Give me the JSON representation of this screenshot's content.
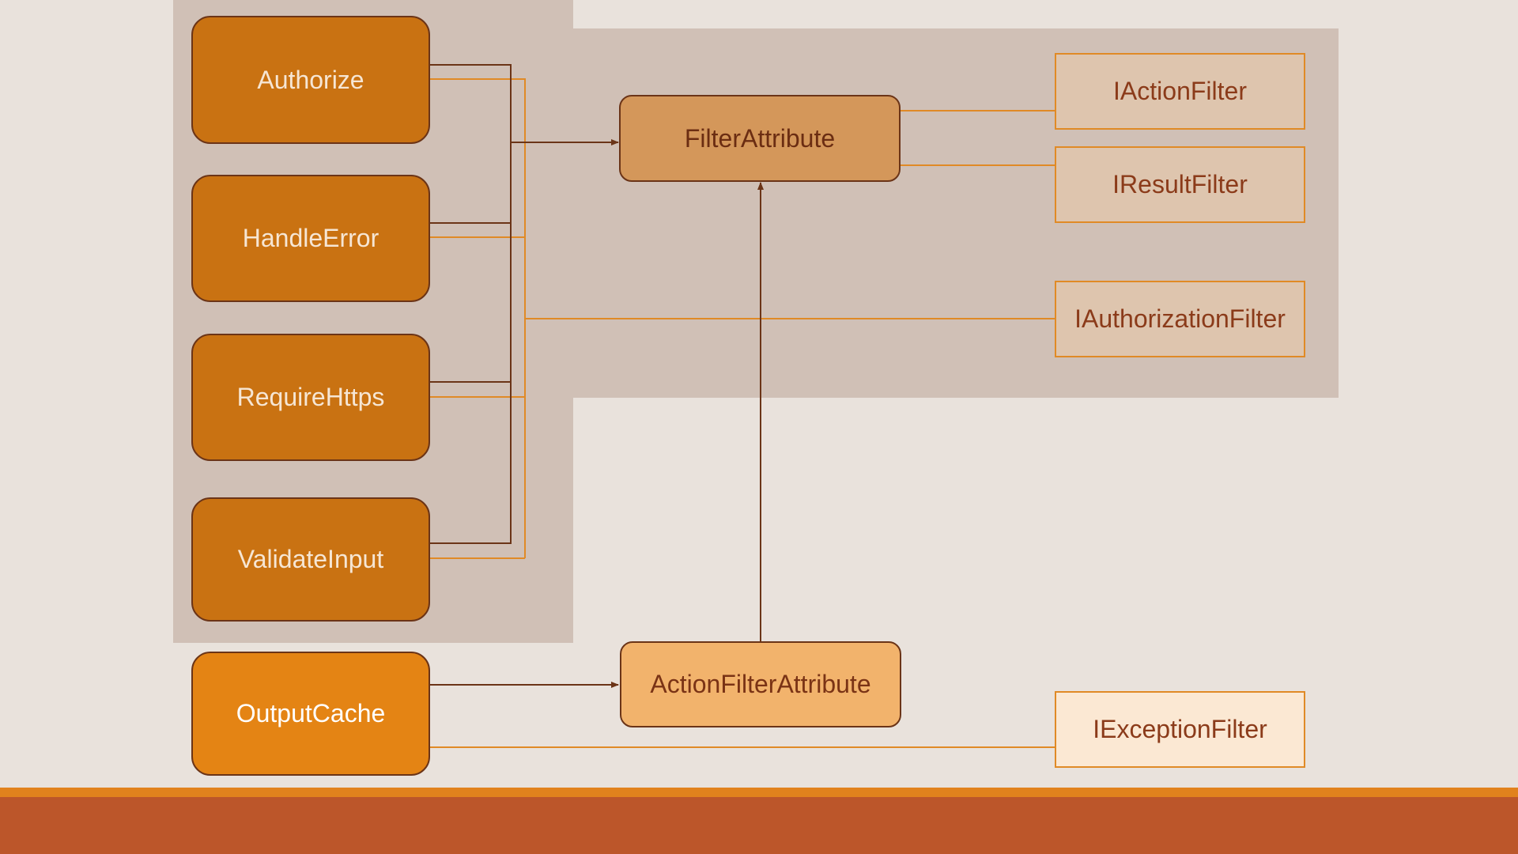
{
  "colors": {
    "background": "#e9e2dc",
    "panel": "#d0c0b6",
    "attribute_fill": "#c97212",
    "output_cache_fill": "#e48414",
    "filter_attribute_fill": "#d4975a",
    "action_filter_attribute_fill": "#f2b36c",
    "interface_fill": "#dec5ae",
    "exception_interface_fill": "#fbe8d3",
    "dark_connector": "#6b3417",
    "orange_connector": "#e08a26",
    "bottom_band": "#bc562a",
    "bottom_accent": "#e1821d"
  },
  "attributes": {
    "authorize": "Authorize",
    "handle_error": "HandleError",
    "require_https": "RequireHttps",
    "validate_input": "ValidateInput",
    "output_cache": "OutputCache"
  },
  "base_classes": {
    "filter_attribute": "FilterAttribute",
    "action_filter_attribute": "ActionFilterAttribute"
  },
  "interfaces": {
    "action_filter": "IActionFilter",
    "result_filter": "IResultFilter",
    "authorization_filter": "IAuthorizationFilter",
    "exception_filter": "IExceptionFilter"
  }
}
